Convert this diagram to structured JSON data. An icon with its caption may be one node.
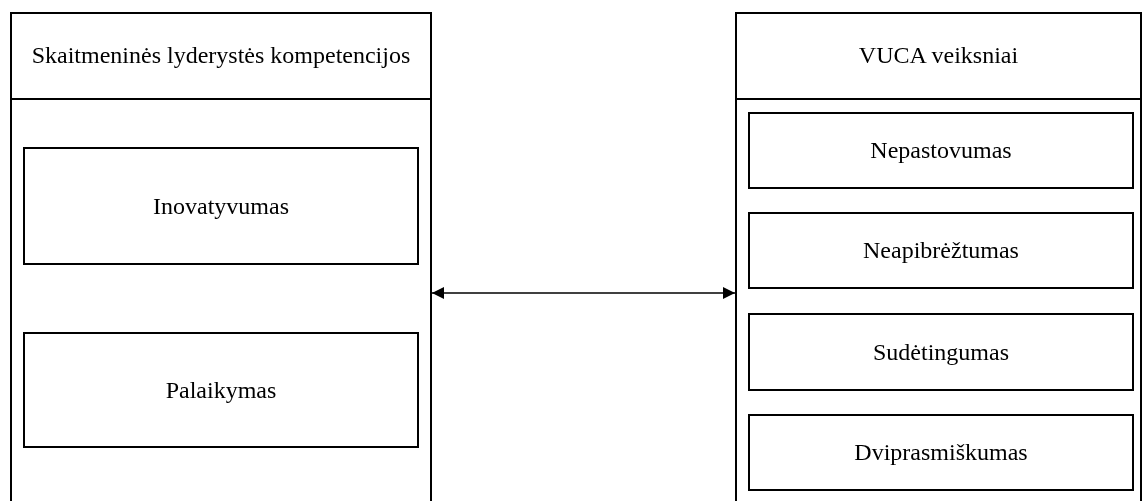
{
  "diagram": {
    "nodes": [
      {
        "text": [
          "Skaitmeninės lyderystės kompetencijos"
        ]
      },
      {
        "text": [
          "Inovatyvumas"
        ],
        "in": 0
      },
      {
        "text": [
          "Palaikymas"
        ],
        "in": 0
      },
      {
        "text": [
          "VUCA veiksniai"
        ]
      },
      {
        "text": [
          "Nepastovumas"
        ],
        "in": 3
      },
      {
        "text": [
          "Neapibrėžtumas"
        ],
        "in": 3
      },
      {
        "text": [
          "Sudėtingumas"
        ],
        "in": 3
      },
      {
        "text": [
          "Dviprasmiškumas"
        ],
        "in": 3
      }
    ],
    "edges": [
      {
        "from": 0,
        "to": 3,
        "arrow": "both"
      }
    ]
  }
}
